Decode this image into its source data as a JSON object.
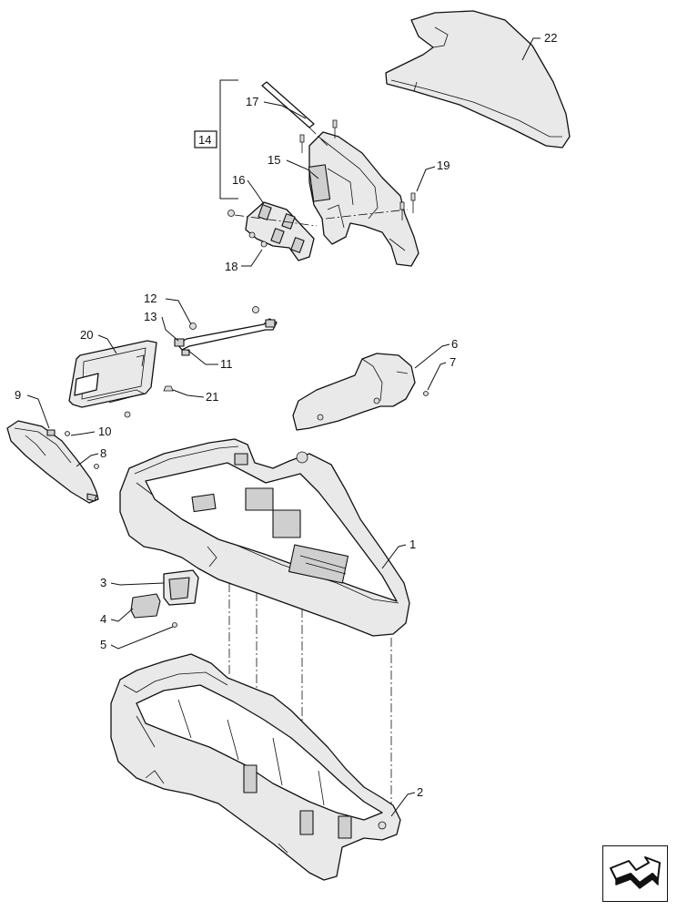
{
  "callouts": {
    "c1": "1",
    "c2": "2",
    "c3": "3",
    "c4": "4",
    "c5": "5",
    "c6": "6",
    "c7": "7",
    "c8": "8",
    "c9": "9",
    "c10": "10",
    "c11": "11",
    "c12": "12",
    "c13": "13",
    "c14": "14",
    "c15": "15",
    "c16": "16",
    "c17": "17",
    "c18": "18",
    "c19": "19",
    "c20": "20",
    "c21": "21",
    "c22": "22"
  },
  "icons": {
    "navigation": "next-page-arrow-icon"
  }
}
